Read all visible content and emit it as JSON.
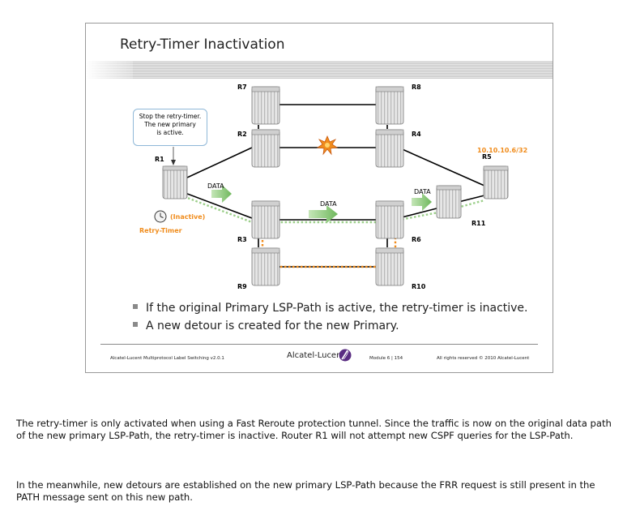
{
  "slide": {
    "title": "Retry-Timer Inactivation",
    "callout": {
      "line1": "Stop the retry-timer.",
      "line2": "The new primary",
      "line3": "is active."
    },
    "routers": {
      "r1": "R1",
      "r2": "R2",
      "r3": "R3",
      "r4": "R4",
      "r5": "R5",
      "r6": "R6",
      "r7": "R7",
      "r8": "R8",
      "r9": "R9",
      "r10": "R10",
      "r11": "R11"
    },
    "destination_address": "10.10.10.6/32",
    "data_labels": [
      "DATA",
      "DATA",
      "DATA"
    ],
    "timer_state": "(Inactive)",
    "timer_label": "Retry-Timer",
    "bullets": [
      "If the original Primary LSP-Path is active, the retry-timer is inactive.",
      "A new detour is created for the new Primary."
    ],
    "footer": {
      "course": "Alcatel-Lucent Multiprotocol Label Switching v2.0.1",
      "brand": "Alcatel-Lucent",
      "module": "Module 6   |   154",
      "rights": "All rights reserved © 2010 Alcatel-Lucent"
    },
    "colors": {
      "accent_orange": "#f08c1c",
      "arrow_green": "#7bbf6a",
      "callout_border": "#8fb8d8"
    }
  },
  "notes": {
    "paragraph1": "The retry-timer is only activated when using a Fast Reroute protection tunnel. Since the traffic is now on the original data path of the new primary LSP-Path, the retry-timer is inactive. Router R1 will not attempt new CSPF queries for the LSP-Path.",
    "paragraph2": "In the meanwhile, new detours are established on the new primary LSP-Path because the FRR request is still present in the PATH message sent on this new path."
  }
}
